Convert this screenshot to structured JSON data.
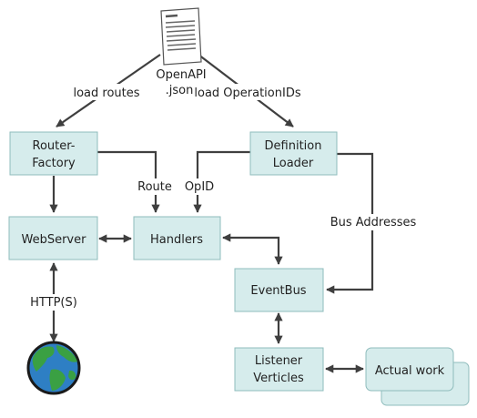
{
  "nodes": {
    "openapi": {
      "lines": [
        "OpenAPI",
        ".json"
      ],
      "icon": "document-icon"
    },
    "router_factory": {
      "lines": [
        "Router-",
        "Factory"
      ]
    },
    "definition_loader": {
      "lines": [
        "Definition",
        "Loader"
      ]
    },
    "webserver": {
      "lines": [
        "WebServer"
      ]
    },
    "handlers": {
      "lines": [
        "Handlers"
      ]
    },
    "eventbus": {
      "lines": [
        "EventBus"
      ]
    },
    "listener_verticles": {
      "lines": [
        "Listener",
        "Verticles"
      ]
    },
    "actual_work": {
      "lines": [
        "Actual work"
      ]
    },
    "internet": {
      "icon": "globe-icon"
    }
  },
  "edge_labels": {
    "load_routes": "load routes",
    "load_operation_ids": "load OperationIDs",
    "route": "Route",
    "opid": "OpID",
    "bus_addresses": "Bus Addresses",
    "https": "HTTP(S)"
  },
  "colors": {
    "node_fill": "#d6ecec",
    "node_stroke": "#8fbcbc",
    "edge": "#3f3f3f",
    "globe_ocean": "#2e7fc4",
    "globe_land": "#3aa043"
  }
}
